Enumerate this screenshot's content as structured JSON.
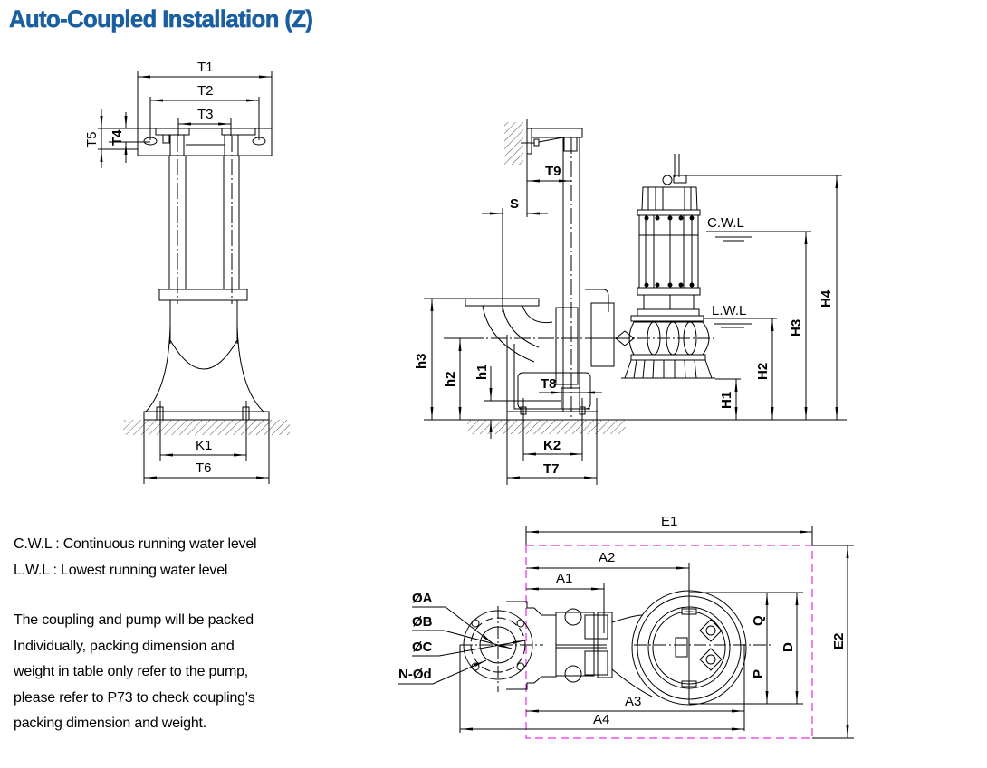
{
  "title": "Auto-Coupled Installation (Z)",
  "colors": {
    "title": "#1a5fa0",
    "lines": "#000000",
    "packing_box": "#e000e0",
    "hatch": "#555555"
  },
  "front_view": {
    "labels": {
      "T1": "T1",
      "T2": "T2",
      "T3": "T3",
      "T4": "T4",
      "T5": "T5",
      "T6": "T6",
      "K1": "K1"
    }
  },
  "side_view": {
    "labels": {
      "T7": "T7",
      "T8": "T8",
      "T9": "T9",
      "S": "S",
      "K2": "K2",
      "h1": "h1",
      "h2": "h2",
      "h3": "h3",
      "H1": "H1",
      "H2": "H2",
      "H3": "H3",
      "H4": "H4",
      "cwl": "C.W.L",
      "lwl": "L.W.L"
    }
  },
  "plan_view": {
    "labels": {
      "E1": "E1",
      "E2": "E2",
      "A1": "A1",
      "A2": "A2",
      "A3": "A3",
      "A4": "A4",
      "D": "D",
      "P": "P",
      "Q": "Q",
      "phiA": "ØA",
      "phiB": "ØB",
      "phiC": "ØC",
      "nphid": "N-Ød"
    }
  },
  "notes": {
    "cwl_def": "C.W.L : Continuous running water level",
    "lwl_def": "L.W.L :  Lowest running water level",
    "packing_lines": [
      "The coupling and pump will be packed",
      "Individually,  packing  dimension and",
      "weight  in table only refer to the pump,",
      "please refer to P73 to check coupling's",
      "packing dimension and weight."
    ]
  }
}
